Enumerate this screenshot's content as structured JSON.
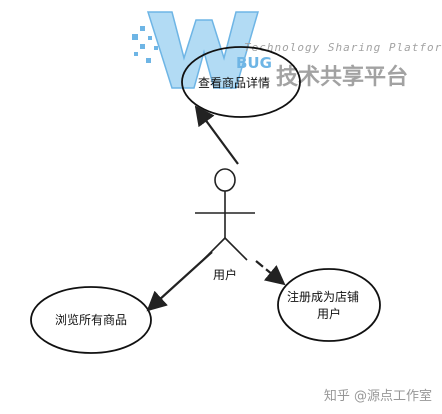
{
  "diagram": {
    "actor": {
      "label": "用户"
    },
    "use_cases": [
      {
        "id": "view",
        "lines": [
          "查看商品详情"
        ]
      },
      {
        "id": "browse",
        "lines": [
          "浏览所有商品"
        ]
      },
      {
        "id": "register",
        "lines": [
          "注册成为店铺",
          "用户"
        ]
      }
    ]
  },
  "watermark": {
    "logo_mark": "W",
    "logo_bug": "BUG",
    "tagline_en": "Technology Sharing Platform",
    "tagline_cn": "技术共享平台"
  },
  "credit": {
    "text": "知乎 @源点工作室"
  },
  "colors": {
    "line": "#222222",
    "watermark_blue": "#4aa3df",
    "watermark_light": "#9fd3f2",
    "watermark_gray": "#8c8c8c"
  }
}
